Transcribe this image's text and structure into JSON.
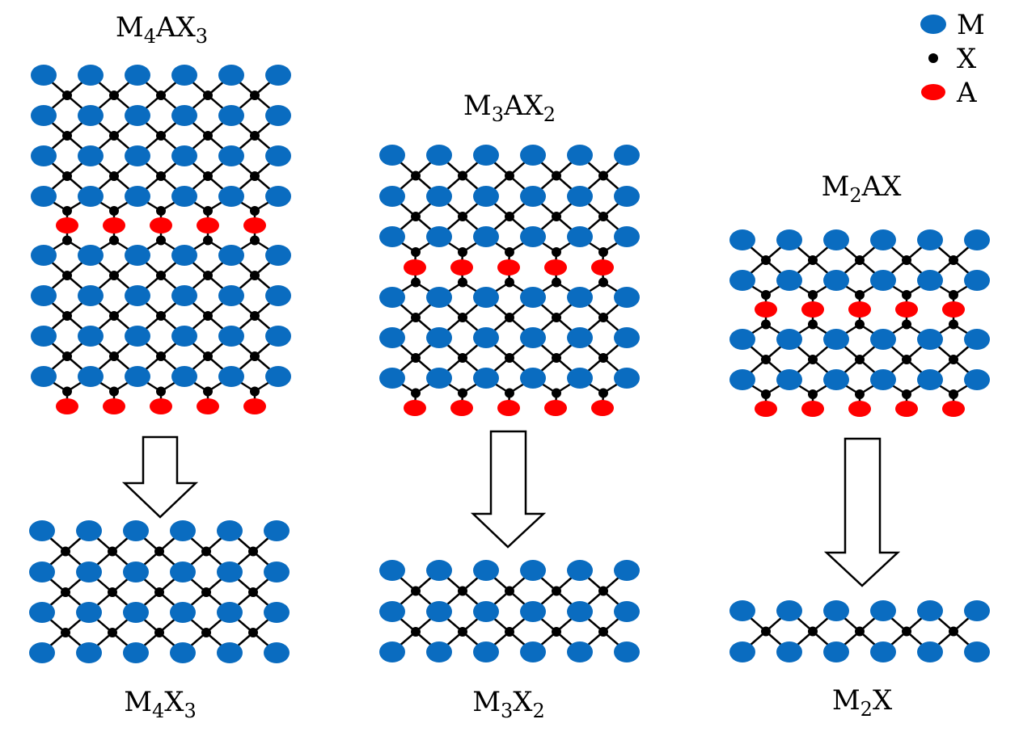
{
  "colors": {
    "M": "#0a6cc0",
    "X": "#000000",
    "A": "#ff0000",
    "bond": "#000000",
    "arrow_fill": "#ffffff",
    "arrow_stroke": "#000000"
  },
  "legend": [
    {
      "key": "M",
      "label": "M",
      "shape": "blue-ellipse"
    },
    {
      "key": "X",
      "label": "X",
      "shape": "black-dot"
    },
    {
      "key": "A",
      "label": "A",
      "shape": "red-ellipse"
    }
  ],
  "panels": [
    {
      "name": "m4ax3",
      "title": {
        "base1": "M",
        "sub1": "4",
        "base2": "AX",
        "sub2": "3"
      },
      "product": {
        "base1": "M",
        "sub1": "4",
        "base2": "X",
        "sub2": "3"
      },
      "max_layers": 4,
      "a_layer_count": 2,
      "product_layers": 4
    },
    {
      "name": "m3ax2",
      "title": {
        "base1": "M",
        "sub1": "3",
        "base2": "AX",
        "sub2": "2"
      },
      "product": {
        "base1": "M",
        "sub1": "3",
        "base2": "X",
        "sub2": "2"
      },
      "max_layers": 3,
      "a_layer_count": 2,
      "product_layers": 3
    },
    {
      "name": "m2ax",
      "title": {
        "base1": "M",
        "sub1": "2",
        "base2": "AX",
        "sub2": ""
      },
      "product": {
        "base1": "M",
        "sub1": "2",
        "base2": "X",
        "sub2": ""
      },
      "max_layers": 2,
      "a_layer_count": 2,
      "product_layers": 2
    }
  ]
}
